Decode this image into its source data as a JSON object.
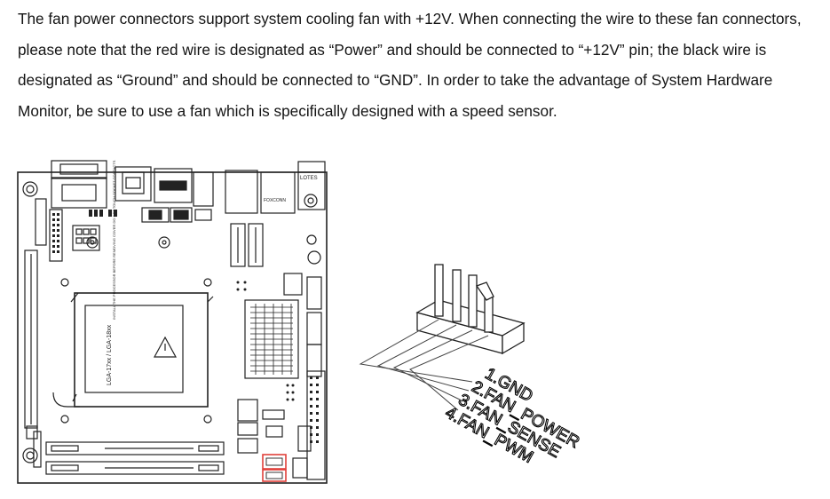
{
  "paragraph": "The fan power connectors support system cooling fan with +12V. When connecting the wire to these fan connectors, please note that the red wire is designated as “Power” and should be connected to “+12V” pin; the black wire is designated as “Ground” and should be connected to “GND”. In order to take the advantage of System Hardware Monitor, be sure to use a fan which is specifically designed with a speed sensor.",
  "board": {
    "lan_label": "LOTES",
    "chip_label": "FOXCONN",
    "socket_label": "LGA-17xx / LGA-18xx",
    "socket_warning": "INSTALL THE PROCESSOR BEFORE REMOVING COVER DO NOT TOUCH SOCKET CONTACTS",
    "highlight_color": "#e0403a"
  },
  "pinout": {
    "pins": [
      "1.GND",
      "2.FAN_POWER",
      "3.FAN_SENSE",
      "4.FAN_PWM"
    ]
  }
}
